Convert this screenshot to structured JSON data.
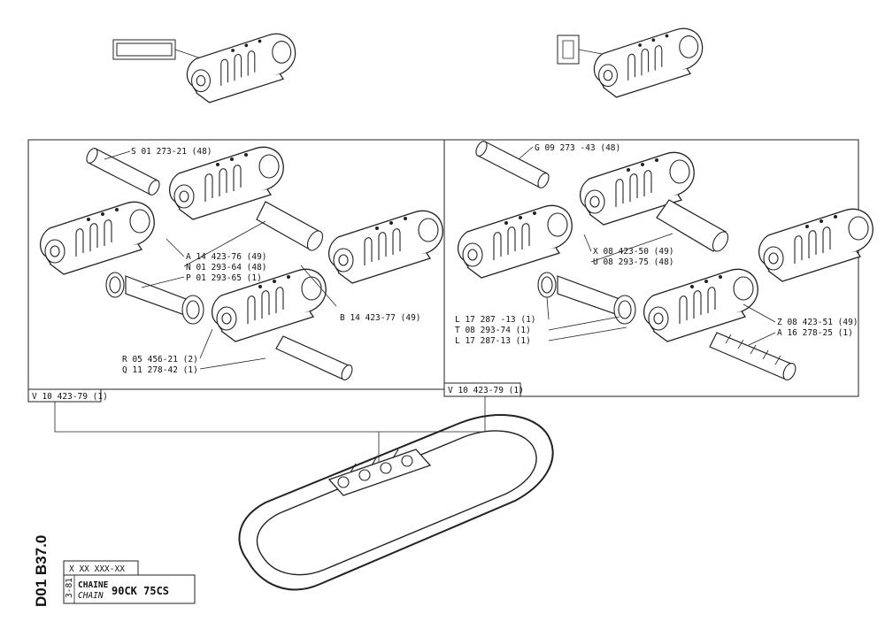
{
  "left_panel": {
    "callouts": [
      {
        "id": "S",
        "text": "S 01 273-21 (48)"
      },
      {
        "id": "A",
        "text": "A 14 423-76 (49)"
      },
      {
        "id": "N",
        "text": "N 01 293-64 (48)"
      },
      {
        "id": "P",
        "text": "P 01 293-65 (1)"
      },
      {
        "id": "B",
        "text": "B 14 423-77 (49)"
      },
      {
        "id": "R",
        "text": "R 05 456-21 (2)"
      },
      {
        "id": "Q",
        "text": "Q 11 278-42 (1)"
      }
    ],
    "footer": "V 10 423-79 (1)"
  },
  "right_panel": {
    "callouts": [
      {
        "id": "G",
        "text": "G 09 273 -43 (48)"
      },
      {
        "id": "X",
        "text": "X 08 423-50 (49)"
      },
      {
        "id": "U",
        "text": "U 08 293-75 (48)"
      },
      {
        "id": "L1",
        "text": "L 17 287 -13 (1)"
      },
      {
        "id": "T",
        "text": "T 08 293-74 (1)"
      },
      {
        "id": "L2",
        "text": "L 17 287-13 (1)"
      },
      {
        "id": "Z",
        "text": "Z 08 423-51 (49)"
      },
      {
        "id": "A2",
        "text": "A 16 278-25 (1)"
      }
    ],
    "footer": "V 10 423-79 (1)"
  },
  "title_block": {
    "code_line": "X XX XXX-XX",
    "name_fr": "CHAINE",
    "name_en": "CHAIN",
    "models": "90CK 75CS",
    "date": "3-81",
    "sheet_ref": "D01 B37.0"
  }
}
